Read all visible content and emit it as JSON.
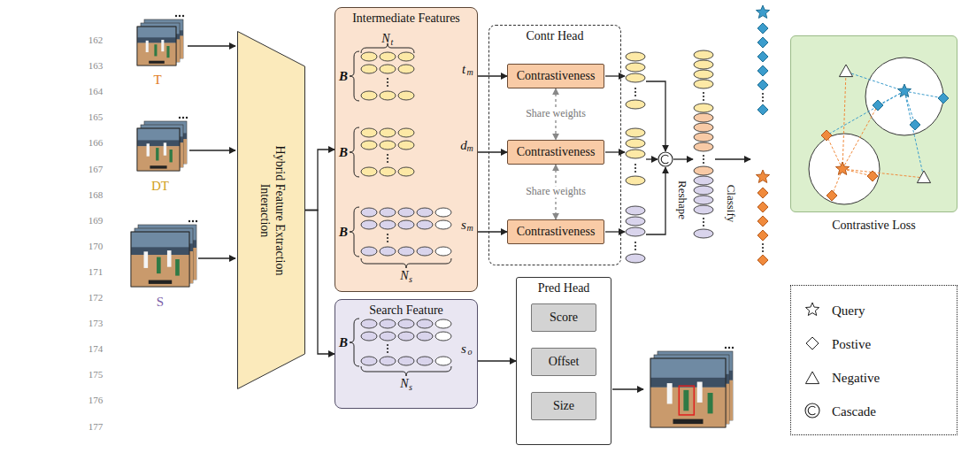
{
  "diagram": {
    "nodes": [
      {
        "text": [
          "Hybrid Feature Extraction Interaction"
        ]
      },
      {
        "text": [
          "Intermediate Features"
        ]
      },
      {
        "text": [
          "Contr Head"
        ]
      },
      {
        "text": [
          "Contrastiveness"
        ],
        "in": 2
      },
      {
        "text": [
          "Contrastiveness"
        ],
        "in": 2
      },
      {
        "text": [
          "Contrastiveness"
        ],
        "in": 2
      },
      {
        "text": [
          "Contrastive Loss"
        ]
      },
      {
        "text": [
          "Search Feature"
        ]
      },
      {
        "text": [
          "Pred Head"
        ]
      },
      {
        "text": [
          "Score"
        ],
        "in": 8
      },
      {
        "text": [
          "Offset"
        ],
        "in": 8
      },
      {
        "text": [
          "Size"
        ],
        "in": 8
      }
    ],
    "edges": [
      {
        "from": 0,
        "to": 1,
        "arrow": "to"
      },
      {
        "from": 0,
        "to": 7,
        "arrow": "to"
      },
      {
        "from": 1,
        "to": 3,
        "arrow": "to"
      },
      {
        "from": 1,
        "to": 4,
        "arrow": "to"
      },
      {
        "from": 1,
        "to": 5,
        "arrow": "to"
      },
      {
        "from": 3,
        "to": 4,
        "label": "Share weights",
        "arrow": "both"
      },
      {
        "from": 4,
        "to": 5,
        "label": "Share weights",
        "arrow": "both"
      },
      {
        "from": 7,
        "to": 8,
        "arrow": "to"
      }
    ],
    "labels": [
      "162",
      "163",
      "164",
      "165",
      "166",
      "167",
      "168",
      "169",
      "170",
      "171",
      "172",
      "173",
      "174",
      "175",
      "176",
      "177",
      "T",
      "DT",
      "S",
      "B",
      "N",
      "t",
      "B",
      "B",
      "N",
      "s",
      "t",
      "m",
      "d",
      "m",
      "s",
      "m",
      "Reshape",
      "Classify",
      "B",
      "N",
      "s",
      "s",
      "o"
    ],
    "legend": [
      {
        "text": "Query"
      },
      {
        "text": "Postive"
      },
      {
        "text": "Negative"
      },
      {
        "text": "Cascade"
      }
    ]
  }
}
